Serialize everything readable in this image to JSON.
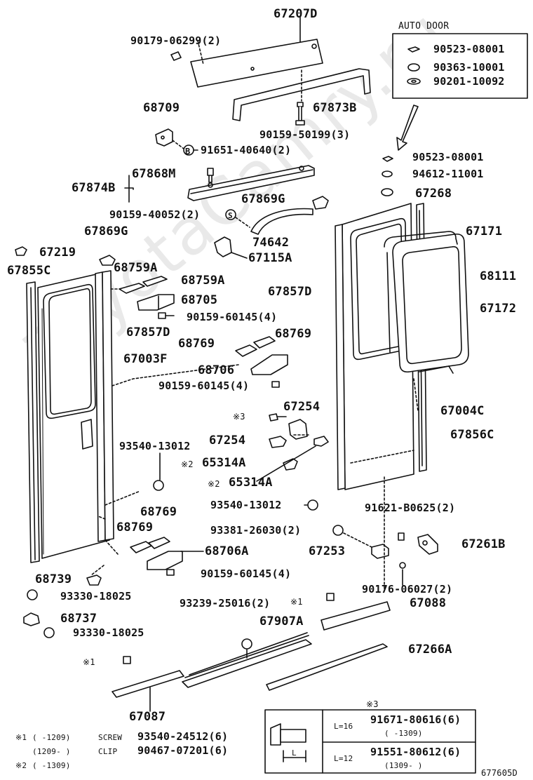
{
  "watermark": "ToyotaCamry.ru",
  "auto_door": {
    "title": "AUTO DOOR",
    "parts": [
      "90523-08001",
      "90363-10001",
      "90201-10092"
    ]
  },
  "labels": {
    "p67207D": "67207D",
    "p90179": "90179-06299(2)",
    "p68709": "68709",
    "p67873B": "67873B",
    "p90159_50199": "90159-50199(3)",
    "p91651": "91651-40640(2)",
    "p67868M": "67868M",
    "p67874B": "67874B",
    "p67869G_a": "67869G",
    "p90159_40052": "90159-40052(2)",
    "p74642": "74642",
    "p67869G_b": "67869G",
    "p67115A": "67115A",
    "p67219": "67219",
    "p67855C": "67855C",
    "p68759A_a": "68759A",
    "p68759A_b": "68759A",
    "p68705": "68705",
    "p90159_60145_a": "90159-60145(4)",
    "p67857D_l": "67857D",
    "p67003F": "67003F",
    "p68769_a": "68769",
    "p68769_b": "68769",
    "p68706": "68706",
    "p90159_60145_b": "90159-60145(4)",
    "p90523_r": "90523-08001",
    "p94612": "94612-11001",
    "p67268": "67268",
    "p67171": "67171",
    "p68111": "68111",
    "p67172": "67172",
    "p67857D_r": "67857D",
    "p67004C": "67004C",
    "p67856C": "67856C",
    "p67254_a": "67254",
    "p67254_b": "67254",
    "p93540_a": "93540-13012",
    "p65314A_a": "65314A",
    "p65314A_b": "65314A",
    "p93540_b": "93540-13012",
    "p68769_c": "68769",
    "p68769_d": "68769",
    "p68706A": "68706A",
    "p90159_60145_c": "90159-60145(4)",
    "p91621": "91621-B0625(2)",
    "p93381": "93381-26030(2)",
    "p67253": "67253",
    "p67261B": "67261B",
    "p90176": "90176-06027(2)",
    "p68739": "68739",
    "p93330_a": "93330-18025",
    "p68737": "68737",
    "p93330_b": "93330-18025",
    "p93239": "93239-25016(2)",
    "p67088": "67088",
    "p67907A": "67907A",
    "p67266A": "67266A",
    "p67087": "67087",
    "mark_ref3": "※3",
    "mark_2a": "※2",
    "mark_2b": "※2",
    "mark_1a": "※1",
    "mark_1b": "※1",
    "symbol_s": "S",
    "symbol_b": "B"
  },
  "footnotes": {
    "n1_mark": "※1",
    "n1_range1": "(     -1209)",
    "n1_type1": "SCREW",
    "n1_part1": "93540-24512(6)",
    "n1_range2": "(1209-     )",
    "n1_type2": "CLIP",
    "n1_part2": "90467-07201(6)",
    "n2_mark": "※2",
    "n2_range": "(     -1309)"
  },
  "table3": {
    "mark": "※3",
    "dim": "L",
    "row1_len": "L=16",
    "row1_part": "91671-80616(6)",
    "row1_range": "(     -1309)",
    "row2_len": "L=12",
    "row2_part": "91551-80612(6)",
    "row2_range": "(1309-     )"
  },
  "figure_id": "677605D"
}
